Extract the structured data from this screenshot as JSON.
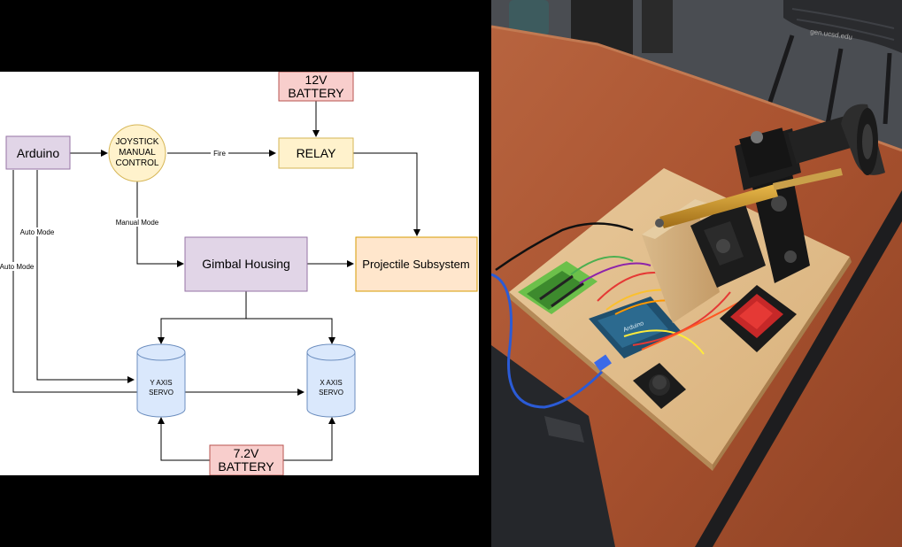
{
  "diagram": {
    "nodes": {
      "battery_12v": {
        "lines": [
          "12V",
          "BATTERY"
        ],
        "fill": "#f8cecc",
        "stroke": "#b85450"
      },
      "arduino": {
        "lines": [
          "Arduino"
        ],
        "fill": "#e1d5e7",
        "stroke": "#9673a6"
      },
      "joystick": {
        "lines": [
          "JOYSTICK",
          "MANUAL",
          "CONTROL"
        ],
        "fill": "#fff2cc",
        "stroke": "#d6b656"
      },
      "relay": {
        "lines": [
          "RELAY"
        ],
        "fill": "#fff2cc",
        "stroke": "#d6b656"
      },
      "gimbal": {
        "lines": [
          "Gimbal Housing"
        ],
        "fill": "#e1d5e7",
        "stroke": "#9673a6"
      },
      "projectile": {
        "lines": [
          "Projectile Subsystem"
        ],
        "fill": "#ffe6cc",
        "stroke": "#d79b00"
      },
      "y_servo": {
        "lines": [
          "Y AXIS",
          "SERVO"
        ],
        "fill": "#dae8fc",
        "stroke": "#6c8ebf"
      },
      "x_servo": {
        "lines": [
          "X AXIS",
          "SERVO"
        ],
        "fill": "#dae8fc",
        "stroke": "#6c8ebf"
      },
      "battery_72v": {
        "lines": [
          "7.2V",
          "BATTERY"
        ],
        "fill": "#f8cecc",
        "stroke": "#b85450"
      }
    },
    "edge_labels": {
      "fire": "Fire",
      "manual_mode": "Manual Mode",
      "auto_mode_inner": "Auto Mode",
      "auto_mode_outer": "Auto Mode"
    }
  },
  "photo": {
    "board_text": "Arduino",
    "floor_text": "gen.ucsd.edu"
  }
}
